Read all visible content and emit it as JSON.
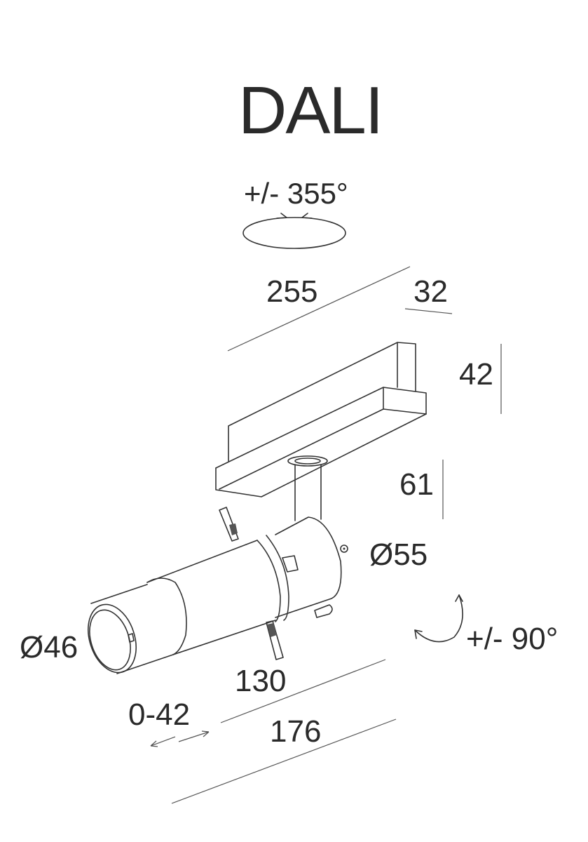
{
  "title": "DALI",
  "dimensions": {
    "rotation_horizontal": "+/- 355°",
    "length_track": "255",
    "width_track": "32",
    "height_track": "42",
    "stem_height": "61",
    "body_diameter": "Ø55",
    "lens_diameter": "Ø46",
    "tilt": "+/- 90°",
    "body_length": "130",
    "zoom_travel": "0-42",
    "total_length": "176"
  },
  "colors": {
    "line": "#333333",
    "text": "#2a2a2a"
  }
}
